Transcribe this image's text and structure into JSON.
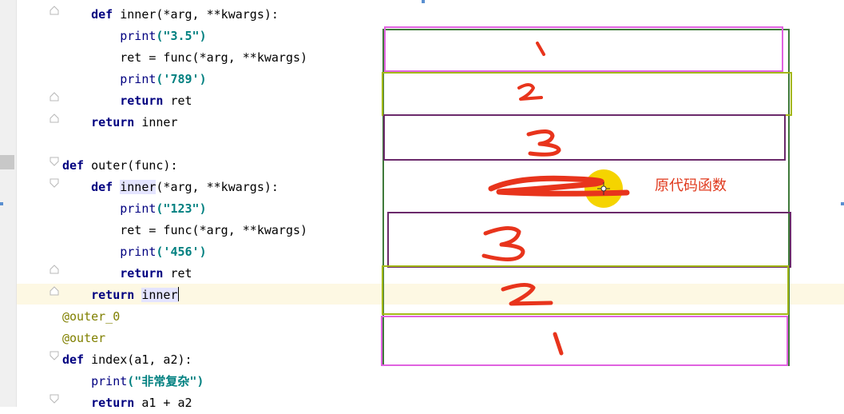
{
  "code_lines": [
    [
      {
        "t": "    "
      },
      {
        "t": "def",
        "c": "kw"
      },
      {
        "t": " inner(*arg, **kwargs):"
      }
    ],
    [
      {
        "t": "        "
      },
      {
        "t": "print",
        "c": "bi"
      },
      {
        "t": "(\"3.5\")",
        "c": "str"
      }
    ],
    [
      {
        "t": "        ret = func(*arg, **kwargs)"
      }
    ],
    [
      {
        "t": "        "
      },
      {
        "t": "print",
        "c": "bi"
      },
      {
        "t": "('789')",
        "c": "str"
      }
    ],
    [
      {
        "t": "        "
      },
      {
        "t": "return",
        "c": "kw"
      },
      {
        "t": " ret"
      }
    ],
    [
      {
        "t": "    "
      },
      {
        "t": "return",
        "c": "kw"
      },
      {
        "t": " inner"
      }
    ],
    [
      {
        "t": ""
      }
    ],
    [
      {
        "t": "def",
        "c": "kw"
      },
      {
        "t": " outer(func):"
      }
    ],
    [
      {
        "t": "    "
      },
      {
        "t": "def",
        "c": "kw"
      },
      {
        "t": " "
      },
      {
        "t": "inner",
        "c": "ref"
      },
      {
        "t": "(*arg, **kwargs):"
      }
    ],
    [
      {
        "t": "        "
      },
      {
        "t": "print",
        "c": "bi"
      },
      {
        "t": "(\"123\")",
        "c": "str"
      }
    ],
    [
      {
        "t": "        ret = func(*arg, **kwargs)"
      }
    ],
    [
      {
        "t": "        "
      },
      {
        "t": "print",
        "c": "bi"
      },
      {
        "t": "('456')",
        "c": "str"
      }
    ],
    [
      {
        "t": "        "
      },
      {
        "t": "return",
        "c": "kw"
      },
      {
        "t": " ret"
      }
    ],
    [
      {
        "t": "    "
      },
      {
        "t": "return",
        "c": "kw"
      },
      {
        "t": " "
      },
      {
        "t": "inner",
        "c": "ref"
      },
      {
        "t": "",
        "c": "caret"
      }
    ],
    [
      {
        "t": "@outer_0",
        "c": "dec"
      }
    ],
    [
      {
        "t": "@outer",
        "c": "dec"
      }
    ],
    [
      {
        "t": "def",
        "c": "kw"
      },
      {
        "t": " index(a1, a2):"
      }
    ],
    [
      {
        "t": "    "
      },
      {
        "t": "print",
        "c": "bi"
      },
      {
        "t": "(\"非常复杂\")",
        "c": "str"
      }
    ],
    [
      {
        "t": "    "
      },
      {
        "t": "return",
        "c": "kw"
      },
      {
        "t": " a1 + a2"
      }
    ]
  ],
  "annotation": {
    "label": "原代码函数",
    "red_color": "#e8341c",
    "cursor_highlight_color": "#f5d400"
  },
  "boxes": [
    {
      "name": "outer-frame-box",
      "color": "#3f7a3a"
    },
    {
      "name": "box-1-top",
      "digit": "1",
      "color": "#e062e0"
    },
    {
      "name": "box-2-top",
      "digit": "2",
      "color": "#a4b818"
    },
    {
      "name": "box-3-top",
      "digit": "3",
      "color": "#6b2a6b"
    },
    {
      "name": "box-3-bottom",
      "digit": "3",
      "color": "#6b2a6b"
    },
    {
      "name": "box-2-bottom",
      "digit": "2",
      "color": "#a4b818"
    },
    {
      "name": "box-1-bottom",
      "digit": "1",
      "color": "#e062e0"
    }
  ]
}
